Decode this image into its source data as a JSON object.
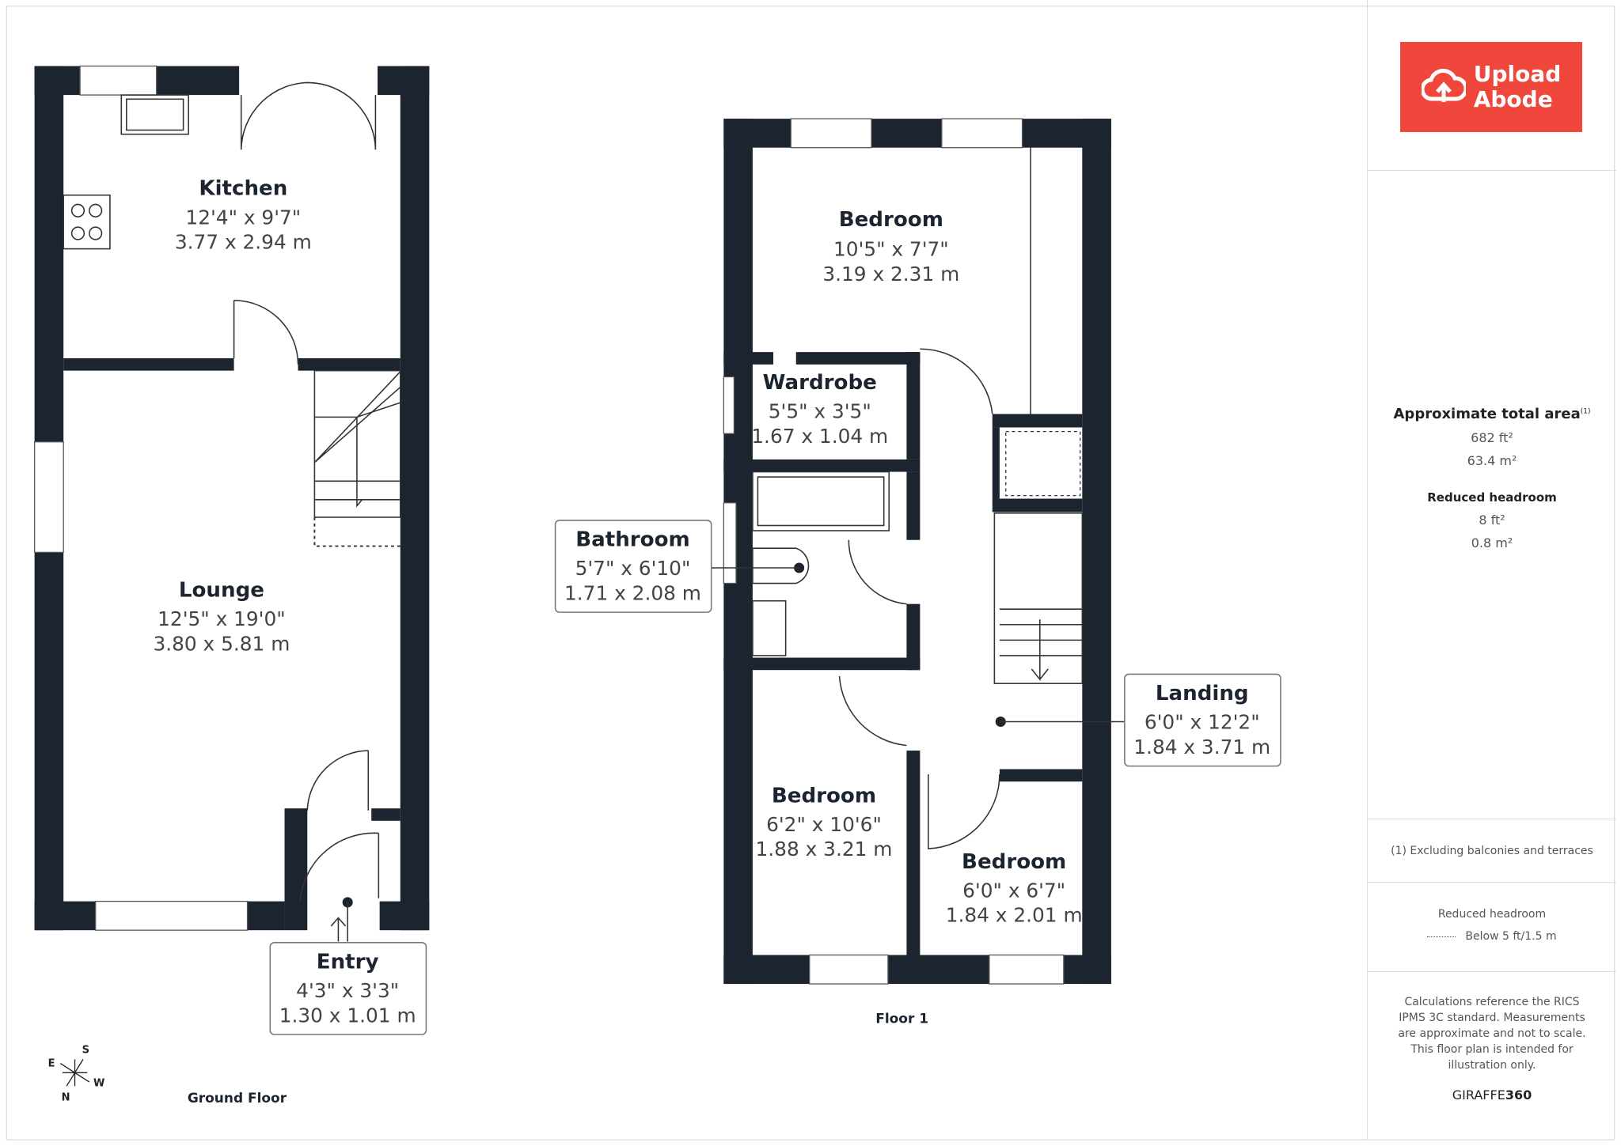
{
  "floors": {
    "ground": {
      "label": "Ground Floor",
      "rooms": {
        "kitchen": {
          "name": "Kitchen",
          "imperial": "12'4\" x 9'7\"",
          "metric": "3.77 x 2.94 m"
        },
        "lounge": {
          "name": "Lounge",
          "imperial": "12'5\" x 19'0\"",
          "metric": "3.80 x 5.81 m"
        },
        "entry": {
          "name": "Entry",
          "imperial": "4'3\" x 3'3\"",
          "metric": "1.30 x 1.01 m"
        }
      }
    },
    "first": {
      "label": "Floor 1",
      "rooms": {
        "bedroom1": {
          "name": "Bedroom",
          "imperial": "10'5\" x 7'7\"",
          "metric": "3.19 x 2.31 m"
        },
        "wardrobe": {
          "name": "Wardrobe",
          "imperial": "5'5\" x 3'5\"",
          "metric": "1.67 x 1.04 m"
        },
        "bathroom": {
          "name": "Bathroom",
          "imperial": "5'7\" x 6'10\"",
          "metric": "1.71 x 2.08 m"
        },
        "landing": {
          "name": "Landing",
          "imperial": "6'0\" x 12'2\"",
          "metric": "1.84 x 3.71 m"
        },
        "bedroom2": {
          "name": "Bedroom",
          "imperial": "6'2\" x 10'6\"",
          "metric": "1.88 x 3.21 m"
        },
        "bedroom3": {
          "name": "Bedroom",
          "imperial": "6'0\" x 6'7\"",
          "metric": "1.84 x 2.01 m"
        }
      }
    }
  },
  "compass": {
    "n": "N",
    "s": "S",
    "e": "E",
    "w": "W"
  },
  "sidebar": {
    "logo": {
      "line1": "Upload",
      "line2": "Abode",
      "color": "#f0473d"
    },
    "total_area_title": "Approximate total area",
    "total_area_sup": "(1)",
    "total_area_ft": "682 ft²",
    "total_area_m": "63.4 m²",
    "reduced_title": "Reduced headroom",
    "reduced_ft": "8 ft²",
    "reduced_m": "0.8 m²",
    "footnote": "(1) Excluding balconies and terraces",
    "legend_title": "Reduced headroom",
    "legend_item": "Below 5 ft/1.5 m",
    "disclaimer": "Calculations reference the RICS IPMS 3C standard. Measurements are approximate and not to scale. This floor plan is intended for illustration only.",
    "brand_a": "GIRAFFE",
    "brand_b": "360"
  },
  "colors": {
    "wall": "#1c2430",
    "accent": "#f0473d"
  }
}
